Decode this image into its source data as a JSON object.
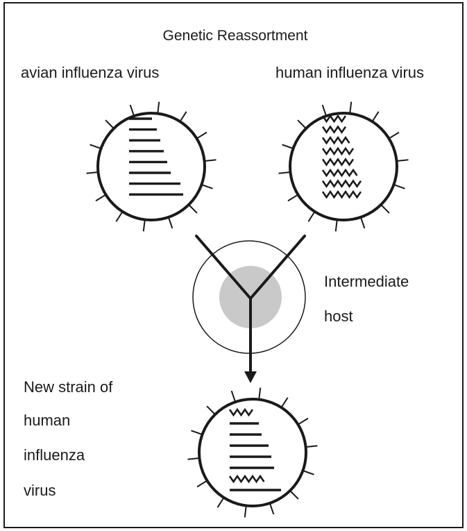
{
  "title": "Genetic Reassortment",
  "labels": {
    "avian": "avian influenza virus",
    "human": "human influenza virus",
    "intermediate_line1": "Intermediate",
    "intermediate_line2": "host",
    "new_strain_line1": "New strain of",
    "new_strain_line2": "human",
    "new_strain_line3": "influenza",
    "new_strain_line4": "virus"
  },
  "colors": {
    "ink": "#1a1a1a",
    "host_fill": "#c9c9c9",
    "background": "#ffffff"
  },
  "viruses": {
    "avian": {
      "segments": [
        "straight",
        "straight",
        "straight",
        "straight",
        "straight",
        "straight",
        "straight",
        "straight"
      ]
    },
    "human": {
      "segments": [
        "wavy",
        "wavy",
        "wavy",
        "wavy",
        "wavy",
        "wavy",
        "wavy",
        "wavy"
      ]
    },
    "new_strain": {
      "segments": [
        "wavy",
        "straight",
        "straight",
        "straight",
        "straight",
        "straight",
        "wavy",
        "straight"
      ]
    }
  }
}
